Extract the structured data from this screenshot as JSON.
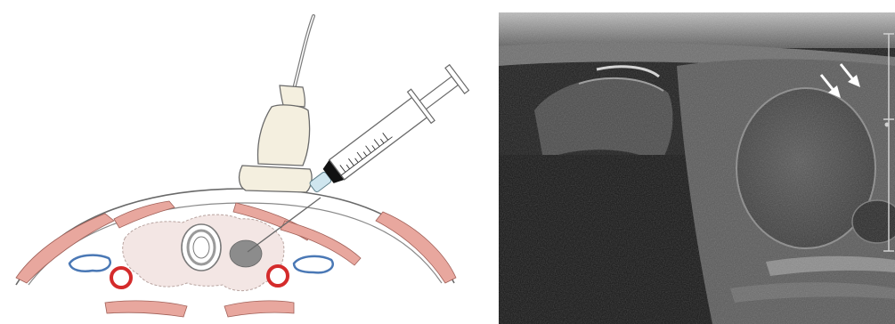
{
  "figure": {
    "left_panel": {
      "kind": "schematic",
      "elements": [
        "probe-icon",
        "syringe-icon",
        "neck-cross-section",
        "muscle-band",
        "vessel",
        "trachea",
        "thyroid",
        "nodule"
      ]
    },
    "right_panel": {
      "kind": "ultrasound-image",
      "annotations": [
        "arrow-icon",
        "arrow-icon"
      ],
      "scale_bar": true
    },
    "colors": {
      "muscle": "#e8a79e",
      "artery": "#d42b2b",
      "vein": "#4a78b5",
      "thyroid": "#f3e6e4",
      "probe": "#f4efdf",
      "ultrasound_bg": "#1b1b1b"
    }
  }
}
